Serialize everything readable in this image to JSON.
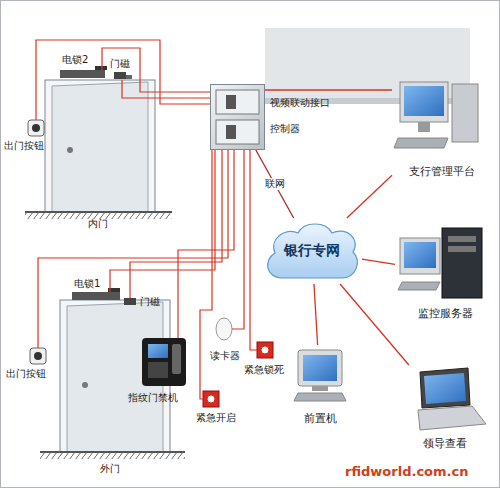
{
  "diagram": {
    "nodes": [
      {
        "text": [
          "视频联动接口",
          "控制器"
        ]
      },
      {
        "text": [
          "银行专网"
        ]
      },
      {
        "text": [
          "支行管理平台"
        ]
      },
      {
        "text": [
          "监控服务器"
        ]
      },
      {
        "text": [
          "前置机"
        ]
      },
      {
        "text": [
          "领导查看"
        ]
      }
    ],
    "edges": [
      {
        "from": 0,
        "to": 1,
        "label": "联网",
        "arrow": "none"
      },
      {
        "from": 0,
        "to": 2,
        "arrow": "none"
      },
      {
        "from": 1,
        "to": 2,
        "arrow": "none"
      },
      {
        "from": 1,
        "to": 3,
        "arrow": "none"
      },
      {
        "from": 1,
        "to": 4,
        "arrow": "none"
      },
      {
        "from": 1,
        "to": 5,
        "arrow": "none"
      }
    ],
    "labels": [
      "电锁2",
      "门磁",
      "出门按钮",
      "内门",
      "电锁1",
      "门磁",
      "出门按钮",
      "外门",
      "指纹门禁机",
      "读卡器",
      "紧急锁死",
      "紧急开启",
      "rfidworld.com.cn"
    ]
  }
}
